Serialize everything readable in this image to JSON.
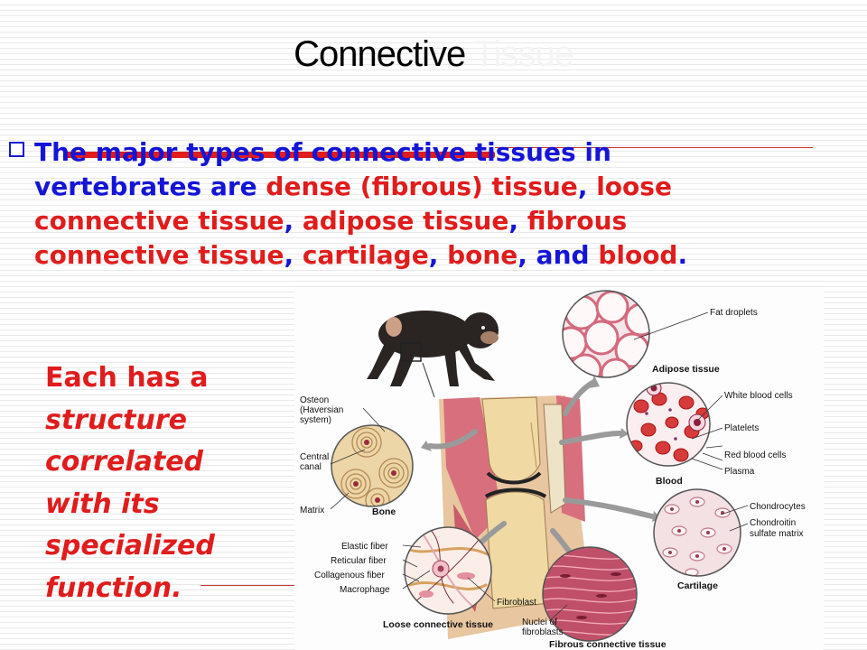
{
  "title": {
    "main": "Connective",
    "faint": "Tissue"
  },
  "bullet": {
    "seg1": "The major types of connective tissues in vertebrates are ",
    "seg2": "dense (fibrous) tissue",
    "seg3": ", ",
    "seg4": "loose connective tissue",
    "seg5": ", ",
    "seg6": "adipose tissue",
    "seg7": ", ",
    "seg8": "fibrous connective tissue",
    "seg9": ", ",
    "seg10": "cartilage",
    "seg11": ", ",
    "seg12": "bone",
    "seg13": ", and ",
    "seg14": "blood",
    "seg15": "."
  },
  "side_note": {
    "line1": "Each has a",
    "line2": "structure",
    "line3": "correlated",
    "line4": "with its",
    "line5": "specialized",
    "line6": "function."
  },
  "figure": {
    "adipose": {
      "fat_droplets": "Fat droplets",
      "caption": "Adipose tissue"
    },
    "blood": {
      "wbc": "White blood cells",
      "platelets": "Platelets",
      "rbc": "Red blood cells",
      "plasma": "Plasma",
      "caption": "Blood"
    },
    "bone": {
      "osteon_1": "Osteon",
      "osteon_2": "(Haversian",
      "osteon_3": "system)",
      "canal_1": "Central",
      "canal_2": "canal",
      "matrix": "Matrix",
      "caption": "Bone"
    },
    "cartilage": {
      "chondrocytes": "Chondrocytes",
      "chondroitin_1": "Chondroitin",
      "chondroitin_2": "sulfate matrix",
      "caption": "Cartilage"
    },
    "loose": {
      "elastic": "Elastic fiber",
      "reticular": "Reticular fiber",
      "collagenous": "Collagenous fiber",
      "macrophage": "Macrophage",
      "fibroblast": "Fibroblast",
      "caption": "Loose connective tissue"
    },
    "fibrous": {
      "nuclei_1": "Nuclei of",
      "nuclei_2": "fibroblasts",
      "caption": "Fibrous connective tissue"
    }
  },
  "colors": {
    "blue_text": "#1515d6",
    "red_text": "#e01c1c",
    "accent_rule": "#c9362f",
    "background": "#ffffff"
  }
}
